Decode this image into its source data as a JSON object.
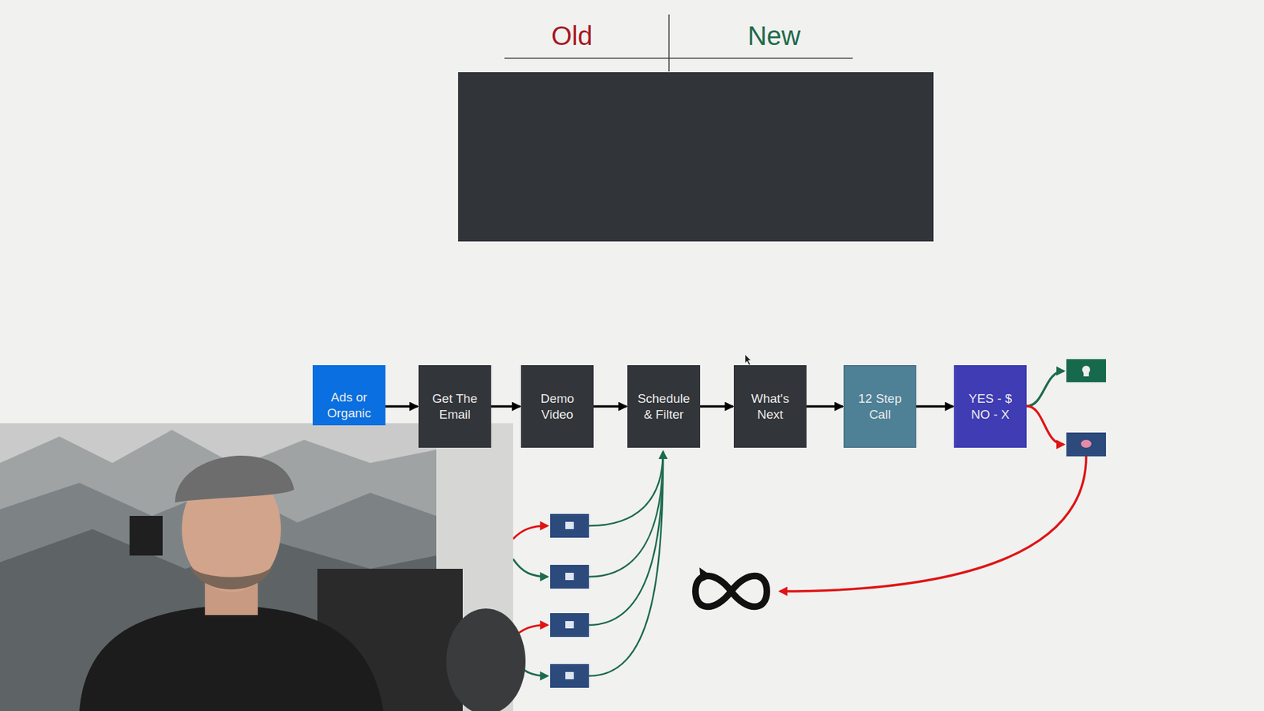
{
  "diagram": {
    "nodes": [
      {
        "text": [
          "Ads or Organic"
        ]
      },
      {
        "text": [
          "Get The Email"
        ]
      },
      {
        "text": [
          "Demo Video"
        ]
      },
      {
        "text": [
          "Schedule & Filter"
        ]
      },
      {
        "text": [
          "What's Next"
        ]
      },
      {
        "text": [
          "12 Step Call"
        ]
      },
      {
        "text": [
          "YES - $ NO - X"
        ]
      }
    ],
    "edges": [
      {
        "from": 0,
        "to": 1,
        "arrow": "to"
      },
      {
        "from": 1,
        "to": 2,
        "arrow": "to"
      },
      {
        "from": 2,
        "to": 3,
        "arrow": "to"
      },
      {
        "from": 3,
        "to": 4,
        "arrow": "to"
      },
      {
        "from": 4,
        "to": 5,
        "arrow": "to"
      },
      {
        "from": 5,
        "to": 6,
        "arrow": "to"
      }
    ],
    "labels": [
      "Old",
      "New"
    ]
  }
}
